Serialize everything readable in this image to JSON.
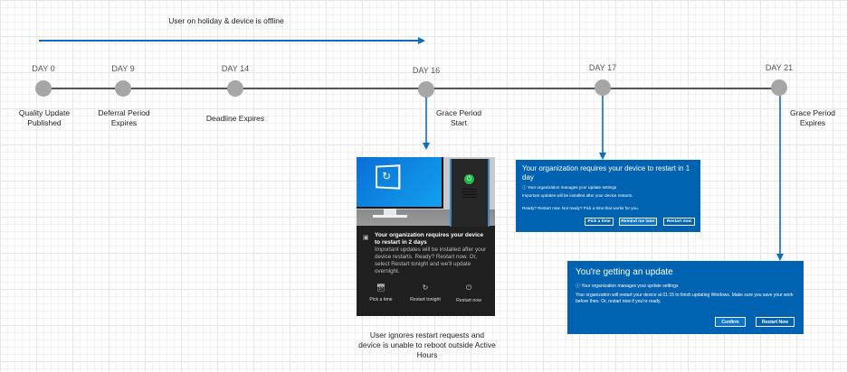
{
  "colors": {
    "accent_blue": "#0a6fc0",
    "timeline": "#555555",
    "node": "#a6a6a6",
    "card_blue": "#0063b1",
    "toast_dark": "#1f1f1f"
  },
  "offline_span": {
    "label": "User on holiday & device is offline"
  },
  "timeline": [
    {
      "day": "DAY 0",
      "label": "Quality Update Published"
    },
    {
      "day": "DAY 9",
      "label": "Deferral Period Expires"
    },
    {
      "day": "DAY 14",
      "label": "Deadline Expires"
    },
    {
      "day": "DAY 16",
      "label": "Grace Period Start"
    },
    {
      "day": "DAY 17",
      "label": ""
    },
    {
      "day": "DAY 21",
      "label": "Grace Period Expires"
    }
  ],
  "day16_toast": {
    "title": "Your organization requires your device to restart in 2 days",
    "body": "Important updates will be installed after your device restarts. Ready? Restart now. Or, select Restart tonight and we'll update overnight.",
    "icon": "notification-icon",
    "actions": [
      {
        "label": "Pick a time",
        "icon": "calendar-icon"
      },
      {
        "label": "Restart tonight",
        "icon": "restart-icon"
      },
      {
        "label": "Restart now",
        "icon": "power-icon"
      }
    ],
    "caption": "User ignores restart requests and device is unable to reboot outside Active Hours"
  },
  "day17_dialog": {
    "title": "Your organization requires your device to restart in 1 day",
    "managed": "Your organization manages your update settings",
    "line1": "Important updates will be installed after your device restarts.",
    "line2": "Ready? Restart now. Not ready? Pick a time that works for you.",
    "buttons": [
      "Pick a time",
      "Remind me later",
      "Restart now"
    ]
  },
  "day21_dialog": {
    "title": "You're getting an update",
    "managed": "Your organization manages your update settings",
    "body": "Your organization will restart your device at 01:15 to finish updating Windows. Make sure you save your work before then. Or, restart now if you're ready.",
    "buttons": [
      "Confirm",
      "Restart Now"
    ]
  }
}
